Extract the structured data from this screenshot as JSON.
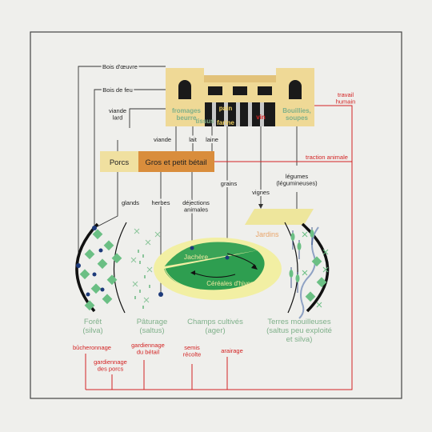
{
  "colors": {
    "background": "#efefec",
    "frame": "#444444",
    "building": "#efd996",
    "building_dark": "#1a1a1a",
    "green_text": "#7fb08a",
    "red_line": "#d32323",
    "pork_box": "#f0e0a0",
    "cattle_box": "#d98d3c",
    "field_bg": "#f2efa3",
    "fallow": "#3aa457",
    "winter_cereal": "#2e9e50",
    "forest_mark": "#6bbf84",
    "marker_blue": "#1d3a7a",
    "pasture_mark": "#8bc59b",
    "jardins_bg": "#eee69c",
    "jardins_text": "#e9a56a",
    "river": "#8fa2c4"
  },
  "building": {
    "fromages_beurre": "fromages\nbeurre",
    "pain": "pain",
    "tissus": "tissus",
    "farine": "farine",
    "vin": "vin",
    "bouillies_soupes": "Bouillies,\nsoupes"
  },
  "labels": {
    "bois_oeuvre": "Bois d'œuvre",
    "bois_feu": "Bois de feu",
    "viande_lard": "viande\nlard",
    "viande": "viande",
    "lait": "lait",
    "laine": "laine",
    "travail_humain": "travail\nhumain",
    "traction_animale": "traction animale",
    "porcs": "Porcs",
    "gros_petit_betail": "Gros et petit bétail",
    "legumes": "légumes\n(légumineuses)",
    "grains": "grains",
    "vignes": "vignes",
    "glands": "glands",
    "herbes": "herbes",
    "dejections": "déjections\nanimales",
    "jardins": "Jardins",
    "jachere": "Jachère",
    "cereales_hiver": "Céréales d'hiver"
  },
  "zones": {
    "foret": "Forêt\n(silva)",
    "paturage": "Pâturage\n(saltus)",
    "champs": "Champs cultivés\n(ager)",
    "terres": "Terres mouilleuses\n(saltus peu exploité\net silva)"
  },
  "activities": {
    "bucheronnage": "bûcheronnage",
    "gardiennage_porcs": "gardiennage\ndes porcs",
    "gardiennage_betail": "gardiennage\ndu bétail",
    "semis_recolte": "semis\nrécolte",
    "arairage": "arairage"
  }
}
